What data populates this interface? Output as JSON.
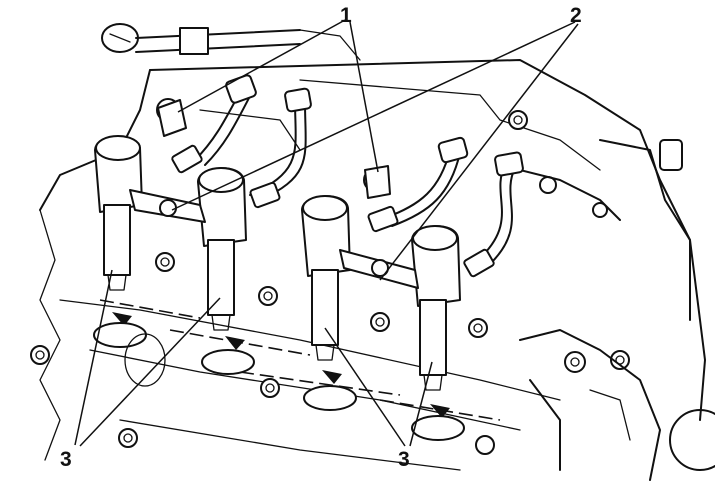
{
  "callouts": [
    {
      "label": "1"
    },
    {
      "label": "2"
    },
    {
      "label": "3"
    },
    {
      "label": "3"
    }
  ]
}
